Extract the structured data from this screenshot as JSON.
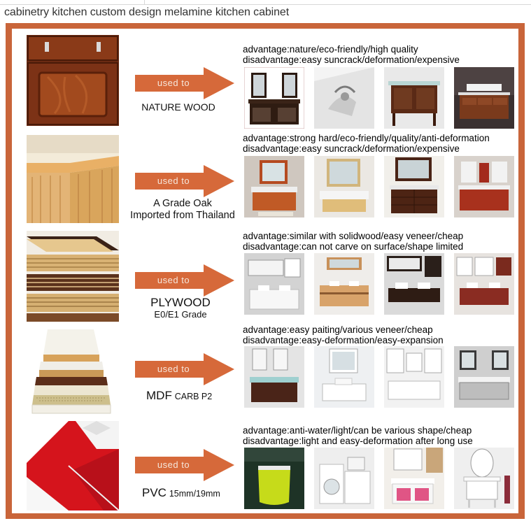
{
  "page": {
    "caption": "cabinetry kitchen custom design melamine kitchen cabinet"
  },
  "colors": {
    "frame": "#c9653a",
    "arrow": "#d6693a",
    "arrow_text": "#f6e7dc"
  },
  "rows": [
    {
      "arrow_label": "used to",
      "name_line1": "NATURE WOOD",
      "name_line2": "",
      "advantage": "advantage:nature/eco-friendly/high quality",
      "disadvantage": "disadvantage:easy suncrack/deformation/expensive"
    },
    {
      "arrow_label": "used to",
      "name_line1": "A Grade Oak",
      "name_line2": "Imported from Thailand",
      "advantage": "advantage:strong hard/eco-friendly/quality/anti-deformation",
      "disadvantage": "disadvantage:easy suncrack/deformation/expensive"
    },
    {
      "arrow_label": "used to",
      "name_line1": "PLYWOOD",
      "name_line2": "E0/E1 Grade",
      "advantage": "advantage:similar with solidwood/easy veneer/cheap",
      "disadvantage": "disadvantage:can not carve on surface/shape limited"
    },
    {
      "arrow_label": "used to",
      "name_main": "MDF",
      "name_suffix": "CARB P2",
      "advantage": "advantage:easy paiting/various veneer/cheap",
      "disadvantage": "disadvantage:easy-deformation/easy-expansion"
    },
    {
      "arrow_label": "used to",
      "name_main": "PVC",
      "name_suffix": "15mm/19mm",
      "advantage": "advantage:anti-water/light/can be various shape/cheap",
      "disadvantage": "disadvantage:light and easy-deformation after long use"
    }
  ]
}
